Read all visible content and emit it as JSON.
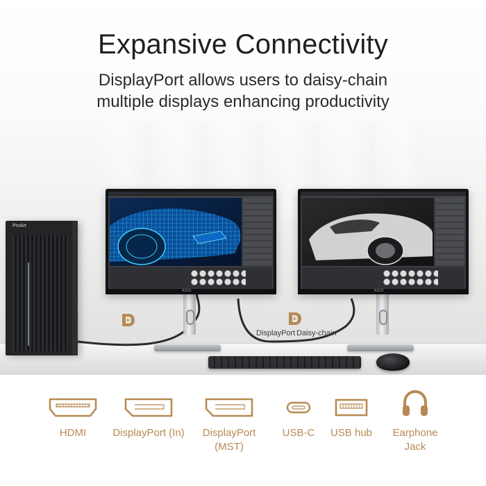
{
  "header": {
    "title": "Expansive Connectivity",
    "subtitle_lines": [
      "DisplayPort allows users to daisy-chain",
      "multiple displays enhancing productivity"
    ]
  },
  "scene": {
    "pc_brand": "ProArt",
    "monitor_logo": "ASUS",
    "dp_captions": {
      "left": "DisplayPort",
      "right": "Daisy-chain"
    }
  },
  "ports": [
    {
      "icon": "hdmi-icon",
      "label_lines": [
        "HDMI"
      ]
    },
    {
      "icon": "displayport-in-icon",
      "label_lines": [
        "DisplayPort (In)"
      ]
    },
    {
      "icon": "displayport-mst-icon",
      "label_lines": [
        "DisplayPort",
        "(MST)"
      ]
    },
    {
      "icon": "usb-c-icon",
      "label_lines": [
        "USB-C"
      ]
    },
    {
      "icon": "usb-hub-icon",
      "label_lines": [
        "USB hub"
      ]
    },
    {
      "icon": "earphone-jack-icon",
      "label_lines": [
        "Earphone",
        "Jack"
      ]
    }
  ],
  "colors": {
    "accent": "#b78a53",
    "text": "#1f1f1f"
  }
}
